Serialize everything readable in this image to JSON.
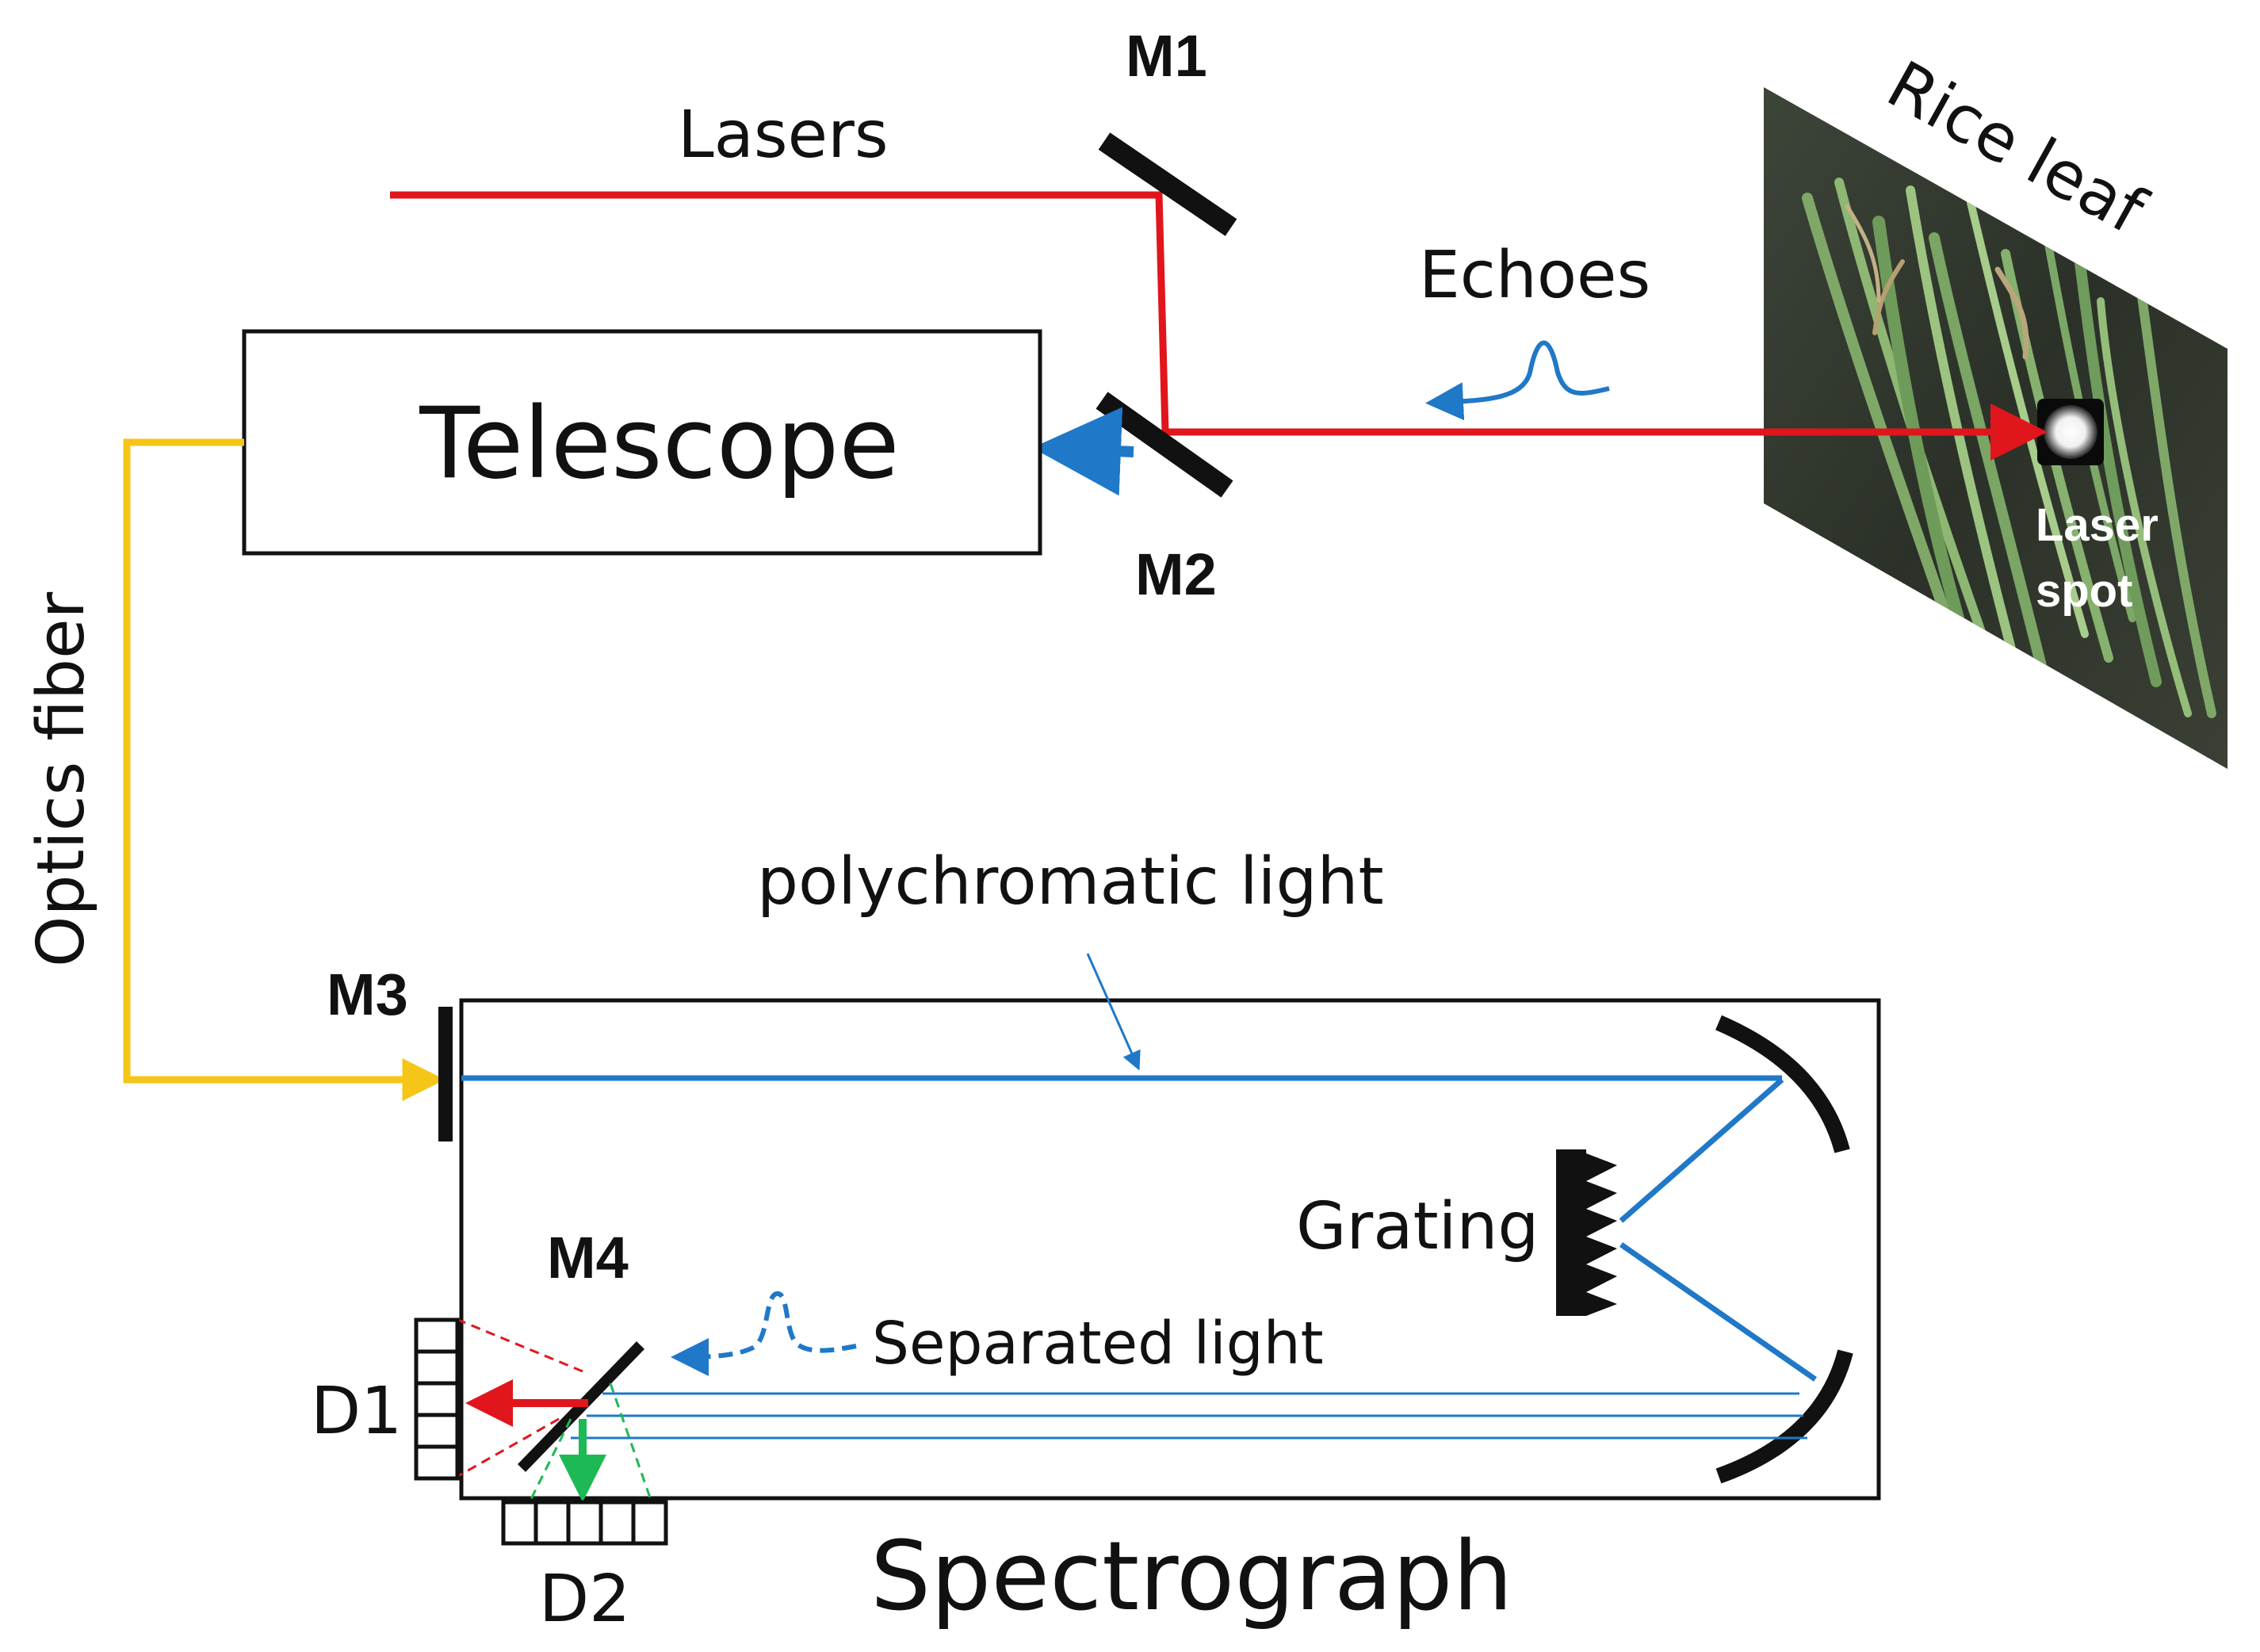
{
  "labels": {
    "lasers": "Lasers",
    "m1": "M1",
    "m2": "M2",
    "m3": "M3",
    "m4": "M4",
    "echoes": "Echoes",
    "rice_leaf": "Rice leaf",
    "laser_spot_1": "Laser",
    "laser_spot_2": "spot",
    "telescope": "Telescope",
    "optics_fiber": "Optics fiber",
    "polychromatic_light": "polychromatic light",
    "grating": "Grating",
    "separated_light": "Separated light",
    "d1": "D1",
    "d2": "D2",
    "spectrograph": "Spectrograph"
  },
  "colors": {
    "laser": "#e0161c",
    "echo": "#1f78c8",
    "fiber": "#f5c518",
    "detector_green": "#1db954",
    "line": "#111111"
  }
}
